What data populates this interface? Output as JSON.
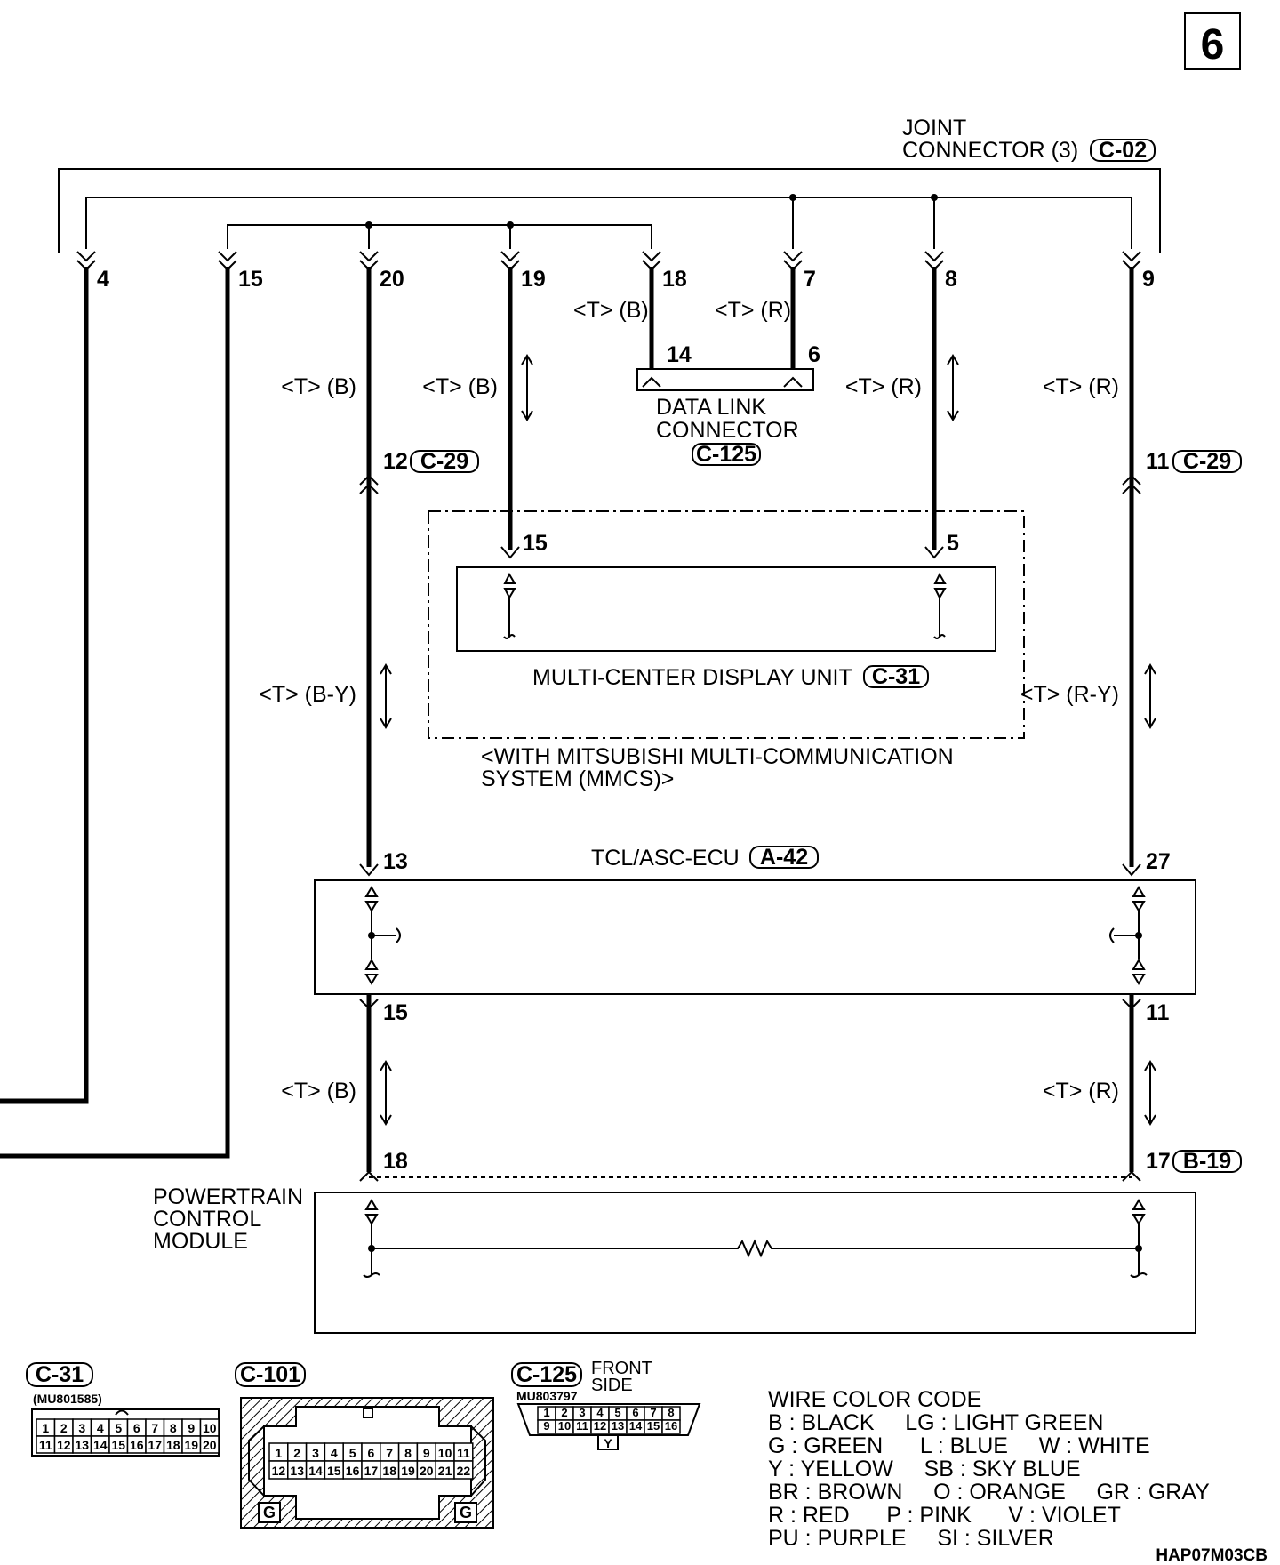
{
  "page_number": "6",
  "figure_code": "HAP07M03CB",
  "joint_connector": {
    "line1": "JOINT",
    "line2": "CONNECTOR (3)",
    "code": "C-02",
    "pins": [
      "4",
      "15",
      "20",
      "19",
      "18",
      "7",
      "8",
      "9"
    ]
  },
  "wire_labels": {
    "pin18": "<T> (B)",
    "pin7": "<T> (R)",
    "wire20": "<T> (B)",
    "wire19": "<T> (B)",
    "wire8": "<T> (R)",
    "wire9": "<T> (R)",
    "wire13": "<T> (B-Y)",
    "wire27": "<T> (R-Y)",
    "wire15": "<T> (B)",
    "wire11": "<T> (R)"
  },
  "data_link_connector": {
    "line1": "DATA LINK",
    "line2": "CONNECTOR",
    "code": "C-125",
    "pins": [
      "14",
      "6"
    ]
  },
  "c29_connector": {
    "left_pin": "12",
    "right_pin": "11",
    "code": "C-29"
  },
  "mcdu": {
    "name": "MULTI-CENTER DISPLAY UNIT",
    "code": "C-31",
    "pins": [
      "15",
      "5"
    ],
    "note_line1": "<WITH MITSUBISHI MULTI-COMMUNICATION",
    "note_line2": "SYSTEM (MMCS)>"
  },
  "tcl_ecu": {
    "name": "TCL/ASC-ECU",
    "code": "A-42",
    "top_pins": [
      "13",
      "27"
    ],
    "bottom_pins": [
      "15",
      "11"
    ]
  },
  "pcm": {
    "line1": "POWERTRAIN",
    "line2": "CONTROL",
    "line3": "MODULE",
    "pins": [
      "18",
      "17"
    ],
    "code": "B-19"
  },
  "connector_views": {
    "c31": {
      "code": "C-31",
      "part": "(MU801585)",
      "row1": [
        "1",
        "2",
        "3",
        "4",
        "5",
        "6",
        "7",
        "8",
        "9",
        "10"
      ],
      "row2": [
        "11",
        "12",
        "13",
        "14",
        "15",
        "16",
        "17",
        "18",
        "19",
        "20"
      ]
    },
    "c101": {
      "code": "C-101",
      "row1": [
        "1",
        "2",
        "3",
        "4",
        "5",
        "6",
        "7",
        "8",
        "9",
        "10",
        "11"
      ],
      "row2": [
        "12",
        "13",
        "14",
        "15",
        "16",
        "17",
        "18",
        "19",
        "20",
        "21",
        "22"
      ],
      "g_mark": "G"
    },
    "c125": {
      "code": "C-125",
      "part": "MU803797",
      "side_line1": "FRONT",
      "side_line2": "SIDE",
      "row1": [
        "1",
        "2",
        "3",
        "4",
        "5",
        "6",
        "7",
        "8"
      ],
      "row2": [
        "9",
        "10",
        "11",
        "12",
        "13",
        "14",
        "15",
        "16"
      ],
      "key": "Y"
    }
  },
  "wire_color_code": {
    "title": "WIRE COLOR CODE",
    "lines": [
      "B : BLACK     LG : LIGHT GREEN",
      "G : GREEN      L : BLUE     W : WHITE",
      "Y : YELLOW     SB : SKY BLUE",
      "BR : BROWN     O : ORANGE     GR : GRAY",
      "R : RED      P : PINK      V : VIOLET",
      "PU : PURPLE     SI : SILVER"
    ]
  }
}
